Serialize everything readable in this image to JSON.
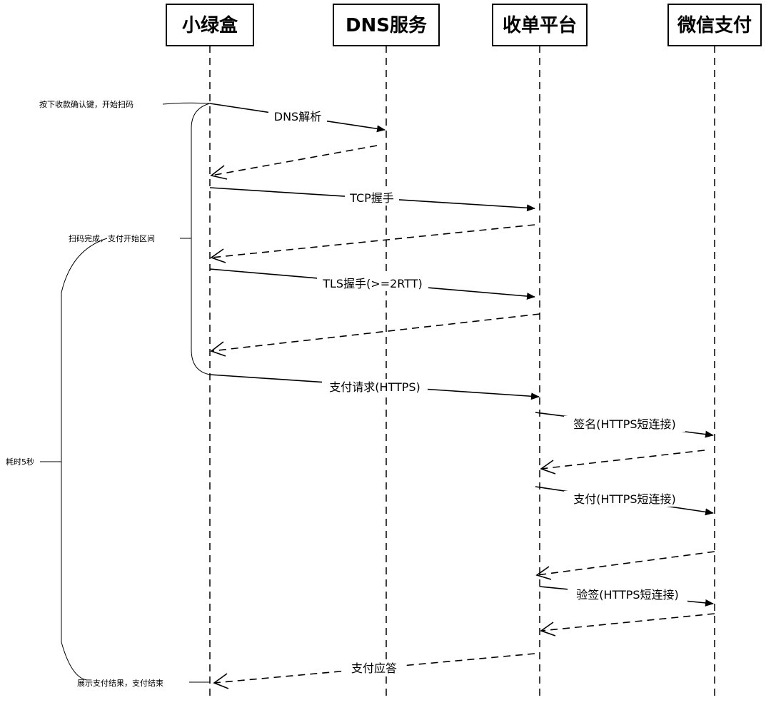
{
  "participants": [
    {
      "id": "box",
      "label": "小绿盒"
    },
    {
      "id": "dns",
      "label": "DNS服务"
    },
    {
      "id": "platform",
      "label": "收单平台"
    },
    {
      "id": "wechat",
      "label": "微信支付"
    }
  ],
  "messages": [
    {
      "id": "dns-resolve",
      "label": "DNS解析",
      "style": "solid"
    },
    {
      "id": "dns-reply",
      "label": "",
      "style": "dashed"
    },
    {
      "id": "tcp-handshake",
      "label": "TCP握手",
      "style": "solid"
    },
    {
      "id": "tcp-reply",
      "label": "",
      "style": "dashed"
    },
    {
      "id": "tls-handshake",
      "label": "TLS握手(>=2RTT)",
      "style": "solid"
    },
    {
      "id": "tls-reply",
      "label": "",
      "style": "dashed"
    },
    {
      "id": "pay-request",
      "label": "支付请求(HTTPS)",
      "style": "solid"
    },
    {
      "id": "sign-request",
      "label": "签名(HTTPS短连接)",
      "style": "solid"
    },
    {
      "id": "sign-reply",
      "label": "",
      "style": "dashed"
    },
    {
      "id": "pay-call",
      "label": "支付(HTTPS短连接)",
      "style": "solid"
    },
    {
      "id": "pay-call-reply",
      "label": "",
      "style": "dashed"
    },
    {
      "id": "verify-request",
      "label": "验签(HTTPS短连接)",
      "style": "solid"
    },
    {
      "id": "verify-reply",
      "label": "",
      "style": "dashed"
    },
    {
      "id": "pay-response",
      "label": "支付应答",
      "style": "dashed"
    }
  ],
  "notes": {
    "press_confirm": "按下收款确认键，开始扫码",
    "scan_done": "扫码完成，支付开始区间",
    "duration": "耗时5秒",
    "show_result": "展示支付结果，支付结束"
  }
}
